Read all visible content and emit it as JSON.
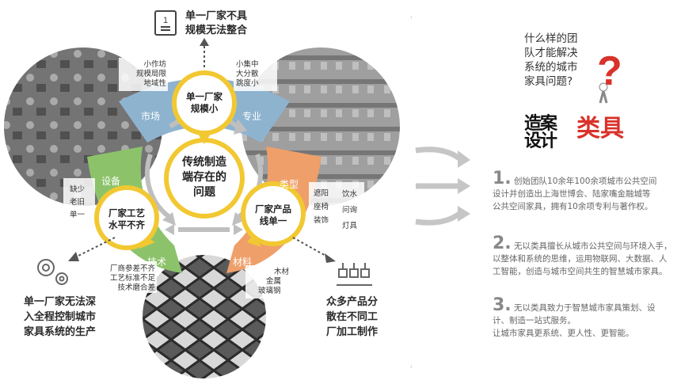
{
  "top_note": {
    "line1": "单一厂家不具",
    "line2": "规模无法整合"
  },
  "bottom_left_note": {
    "line1": "单一厂家无法深",
    "line2": "入全程控制城市",
    "line3": "家具系统的生产"
  },
  "bottom_right_note": {
    "line1": "众多产品分",
    "line2": "散在不同工",
    "line3": "厂加工制作"
  },
  "center": {
    "line1": "传统制造",
    "line2": "端存在的",
    "line3": "问题"
  },
  "circle_top": {
    "line1": "单一厂家",
    "line2": "规模小"
  },
  "circle_left": {
    "line1": "厂家工艺",
    "line2": "水平不齐"
  },
  "circle_right": {
    "line1": "厂家产品",
    "line2": "线单一"
  },
  "segments": {
    "market": "市场",
    "profession": "专业",
    "equipment": "设备",
    "technology": "技术",
    "type": "类型",
    "material": "材料"
  },
  "market_notes": [
    "小作坊",
    "规模局限",
    "地域性"
  ],
  "profession_notes": [
    "小集中",
    "大分散",
    "跳度小"
  ],
  "equipment_notes": [
    "缺少",
    "老旧",
    "单一"
  ],
  "technology_notes": [
    "厂商参差不齐",
    "工艺标准不足",
    "技术磨合差"
  ],
  "type_notes_a": [
    "遮阳",
    "座椅",
    "装饰"
  ],
  "type_notes_b": [
    "饮水",
    "问询",
    "灯具"
  ],
  "material_notes": [
    "木材",
    "金属",
    "玻璃钢"
  ],
  "question": {
    "line1": "什么样的团",
    "line2": "队才能解决",
    "line3": "系统的城市",
    "line4": "家具问题?"
  },
  "logos": {
    "left_name": "造案设计",
    "right_name": "类具"
  },
  "right_list": [
    {
      "num": "1.",
      "line1": "创始团队10余年100余项城市公共空间",
      "line2": "设计并创造出上海世博会、陆家嘴金融城等",
      "line3": "公共空间家具，拥有10余项专利与著作权。"
    },
    {
      "num": "2.",
      "line1": "无以类具擅长从城市公共空间与环境入手，",
      "line2": "以整体和系统的思维，运用物联网、大数据、人",
      "line3": "工智能，创造与城市空间共生的智慧城市家具。"
    },
    {
      "num": "3.",
      "line1": "无以类具致力于智慧城市家具策划、设",
      "line2": "计、制造一站式服务。",
      "line3": "让城市家具更系统、更人性、更智能。"
    }
  ],
  "colors": {
    "yellow": "#f2c832",
    "market_blue": "#8eb3cf",
    "green": "#8cc36a",
    "orange": "#ef9f6a",
    "red": "#d9322a"
  },
  "icons": [
    "document-icon",
    "gears-icon",
    "factory-icon",
    "question-mark-icon"
  ]
}
